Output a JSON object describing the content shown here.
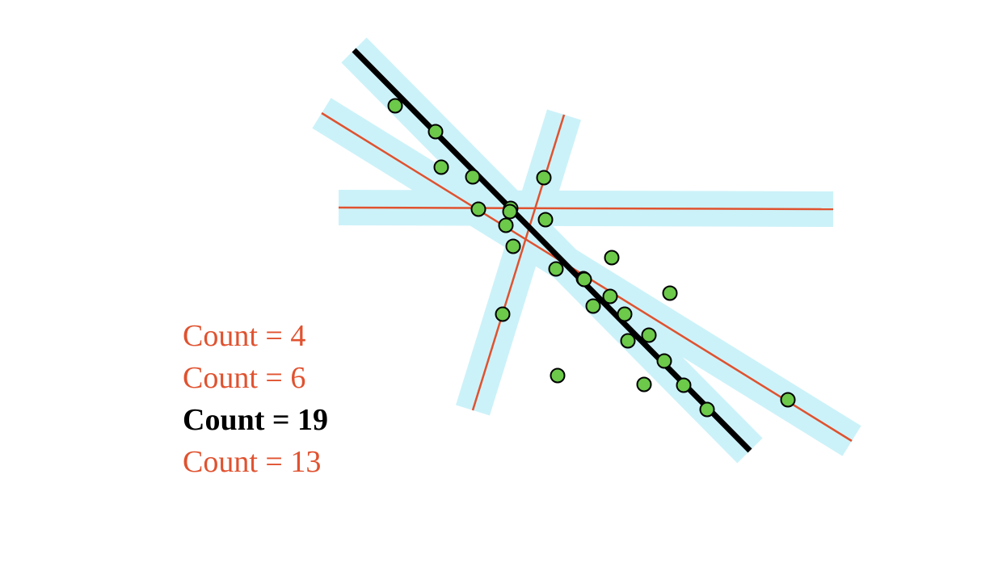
{
  "colors": {
    "band": "#ccf2f9",
    "candidate_line": "#e0522f",
    "best_line": "#000000",
    "point_fill": "#6cc94a",
    "point_stroke": "#000000"
  },
  "counts": [
    {
      "label": "Count = 4",
      "best": false
    },
    {
      "label": "Count = 6",
      "best": false
    },
    {
      "label": "Count = 19",
      "best": true
    },
    {
      "label": "Count = 13",
      "best": false
    }
  ],
  "point_count": 28
}
